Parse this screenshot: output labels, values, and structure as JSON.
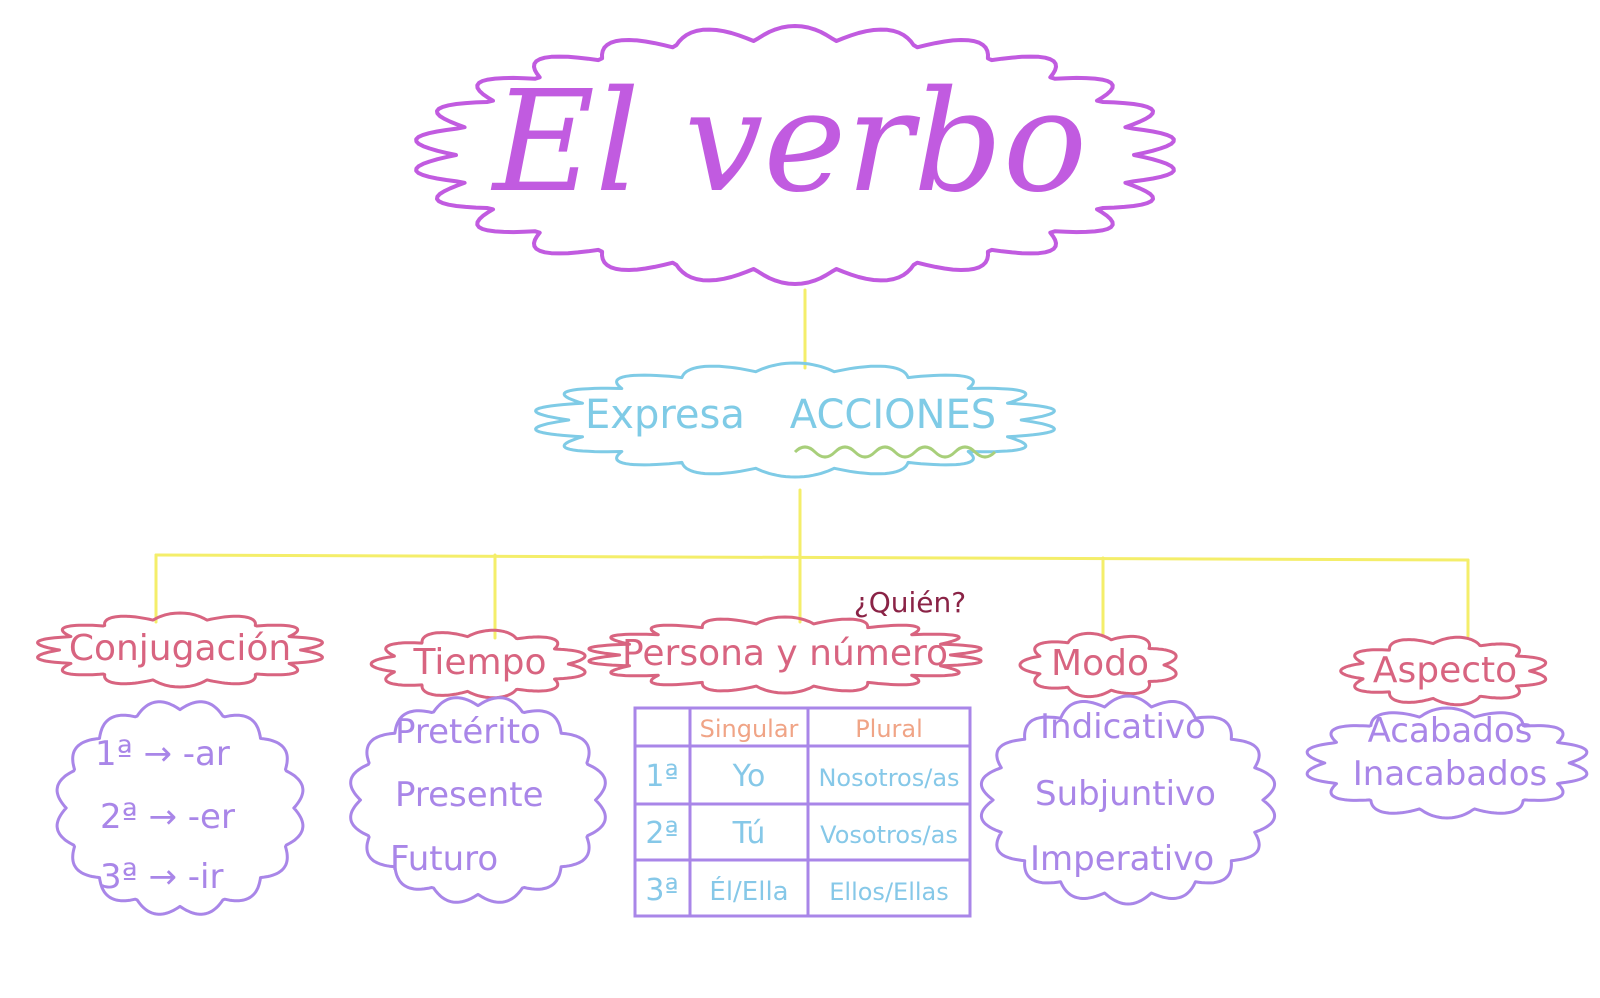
{
  "title": "El verbo",
  "definition": {
    "prefix": "Expresa",
    "keyword": "ACCIONES"
  },
  "branches": [
    {
      "id": "conjugacion",
      "label": "Conjugación",
      "items": [
        "1ª → -ar",
        "2ª → -er",
        "3ª → -ir"
      ]
    },
    {
      "id": "tiempo",
      "label": "Tiempo",
      "items": [
        "Pretérito",
        "Presente",
        "Futuro"
      ]
    },
    {
      "id": "persona",
      "label": "Persona y número",
      "note": "¿Quién?"
    },
    {
      "id": "modo",
      "label": "Modo",
      "items": [
        "Indicativo",
        "Subjuntivo",
        "Imperativo"
      ]
    },
    {
      "id": "aspecto",
      "label": "Aspecto",
      "items": [
        "Acabados",
        "Inacabados"
      ]
    }
  ],
  "persona_table": {
    "headers": [
      "",
      "Singular",
      "Plural"
    ],
    "rows": [
      [
        "1ª",
        "Yo",
        "Nosotros/as"
      ],
      [
        "2ª",
        "Tú",
        "Vosotros/as"
      ],
      [
        "3ª",
        "Él/Ella",
        "Ellos/Ellas"
      ]
    ]
  },
  "colors": {
    "title": "#c15be0",
    "definition": "#7fcbe6",
    "accent_underline": "#a8cf7a",
    "connector": "#f4ee6a",
    "branch_label": "#d86480",
    "branch_items": "#a986e8",
    "table_header": "#f0a486",
    "table_body": "#86c8e8",
    "note": "#8a2346"
  }
}
